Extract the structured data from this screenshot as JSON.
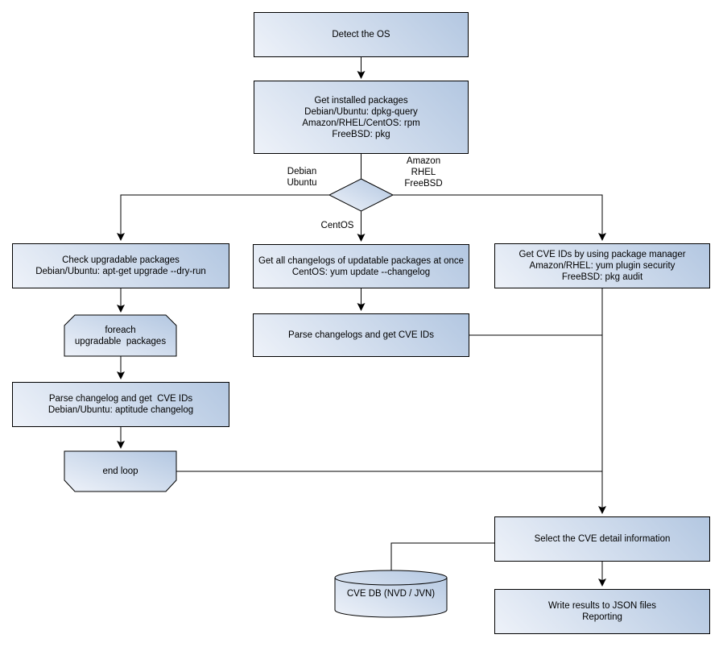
{
  "diagram": {
    "type": "flowchart",
    "colors": {
      "background": "#ffffff",
      "stroke": "#000000",
      "node_fill_light": "#eef2f9",
      "node_fill_dark": "#b3c7e1"
    },
    "nodes": {
      "detect_os": {
        "type": "process",
        "label": "Detect the OS"
      },
      "get_installed": {
        "type": "process",
        "label": "Get installed packages\nDebian/Ubuntu: dpkg-query\nAmazon/RHEL/CentOS: rpm\nFreeBSD: pkg"
      },
      "os_decision": {
        "type": "decision",
        "label": ""
      },
      "check_upgradable": {
        "type": "process",
        "label": "Check upgradable packages\nDebian/Ubuntu: apt-get upgrade --dry-run"
      },
      "foreach_loop": {
        "type": "loop-start",
        "label": "foreach\nupgradable  packages"
      },
      "parse_changelog": {
        "type": "process",
        "label": "Parse changelog and get  CVE IDs\nDebian/Ubuntu: aptitude changelog"
      },
      "end_loop": {
        "type": "loop-end",
        "label": "end loop"
      },
      "get_all_changelogs": {
        "type": "process",
        "label": "Get all changelogs of updatable packages at once\nCentOS: yum update --changelog"
      },
      "parse_changelogs": {
        "type": "process",
        "label": "Parse changelogs and get CVE IDs"
      },
      "get_cve_pkg_mgr": {
        "type": "process",
        "label": "Get CVE IDs by using package manager\nAmazon/RHEL: yum plugin security\nFreeBSD: pkg audit"
      },
      "select_cve_detail": {
        "type": "process",
        "label": "Select the CVE detail information"
      },
      "cve_db": {
        "type": "database",
        "label": "CVE DB (NVD / JVN)"
      },
      "write_results": {
        "type": "process",
        "label": "Write results to JSON files\nReporting"
      }
    },
    "edge_labels": {
      "debian_ubuntu": "Debian\nUbuntu",
      "amazon_rhel_freebsd": "Amazon\nRHEL\nFreeBSD",
      "centos": "CentOS"
    }
  }
}
